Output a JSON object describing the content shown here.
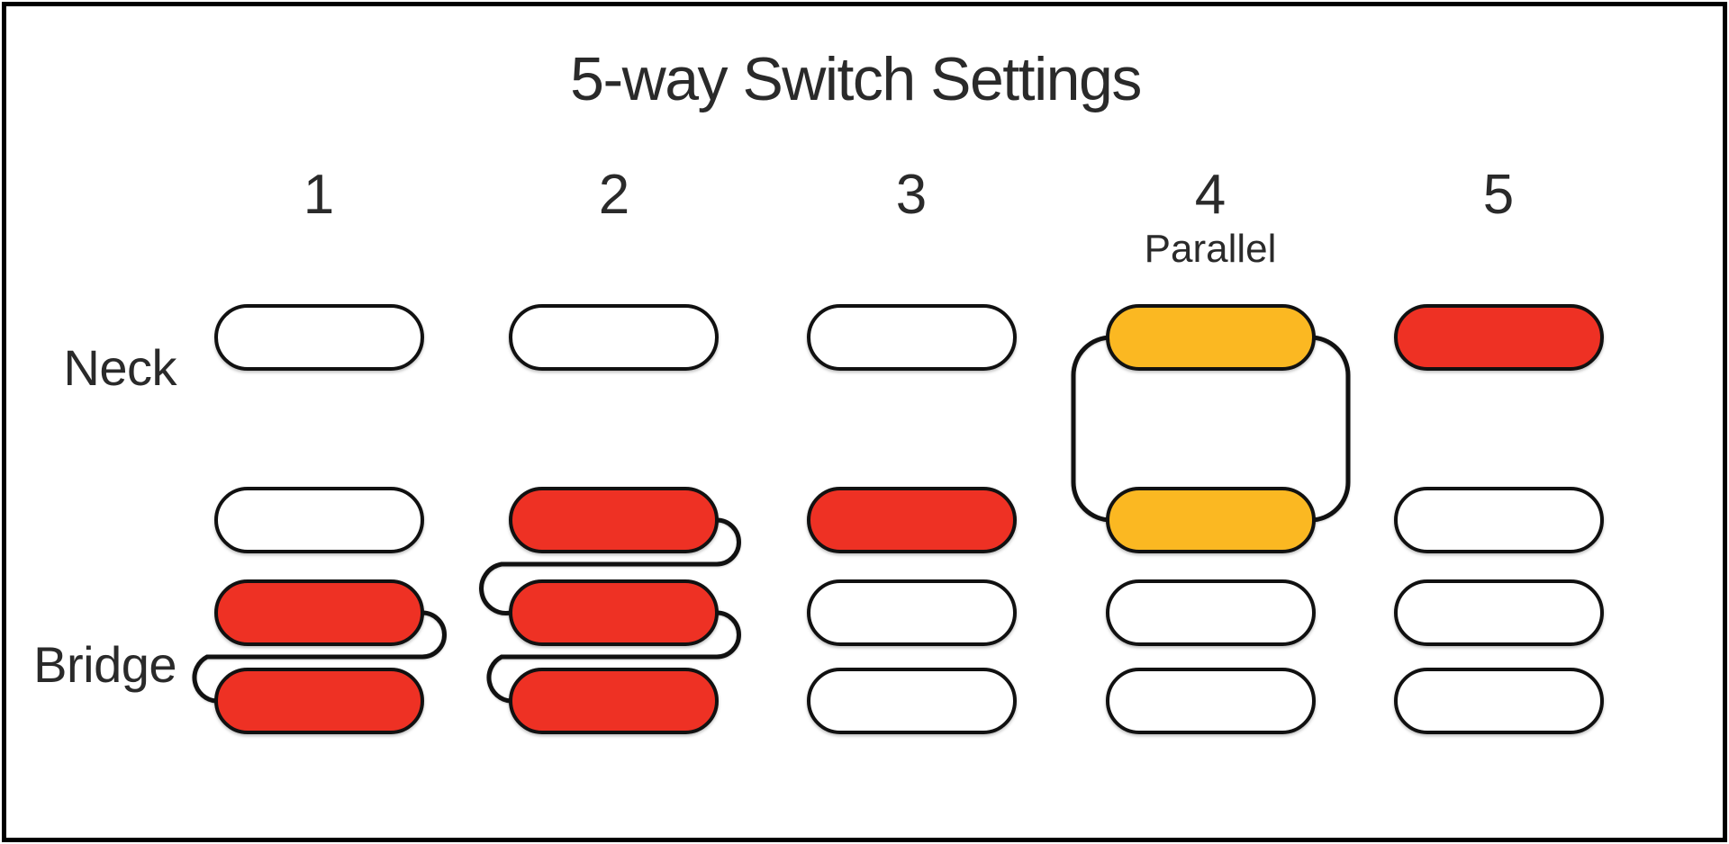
{
  "title": "5-way Switch Settings",
  "row_labels": {
    "neck": "Neck",
    "bridge": "Bridge"
  },
  "colors": {
    "active": "#EE3124",
    "parallel_active": "#FBB822",
    "inactive": "#FFFFFF",
    "outline": "#111111",
    "wire": "#111111",
    "text": "#2A2A2A",
    "frame": "#000000",
    "background": "#FFFFFF"
  },
  "settings": [
    {
      "number": "1",
      "sublabel": "",
      "neck": "off",
      "bridge_coils": [
        "off",
        "active",
        "active"
      ],
      "connections": [
        {
          "type": "series",
          "from": "bridge2",
          "to": "bridge3"
        }
      ]
    },
    {
      "number": "2",
      "sublabel": "",
      "neck": "off",
      "bridge_coils": [
        "active",
        "active",
        "active"
      ],
      "connections": [
        {
          "type": "series",
          "from": "bridge1",
          "to": "bridge2"
        },
        {
          "type": "series",
          "from": "bridge2",
          "to": "bridge3"
        }
      ]
    },
    {
      "number": "3",
      "sublabel": "",
      "neck": "off",
      "bridge_coils": [
        "active",
        "off",
        "off"
      ],
      "connections": []
    },
    {
      "number": "4",
      "sublabel": "Parallel",
      "neck": "parallel",
      "bridge_coils": [
        "parallel",
        "off",
        "off"
      ],
      "connections": [
        {
          "type": "parallel",
          "from": "neck",
          "to": "bridge1"
        }
      ]
    },
    {
      "number": "5",
      "sublabel": "",
      "neck": "active",
      "bridge_coils": [
        "off",
        "off",
        "off"
      ],
      "connections": []
    }
  ]
}
